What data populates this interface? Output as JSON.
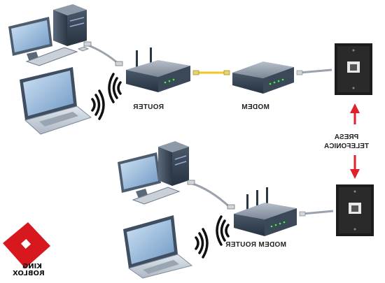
{
  "labels": {
    "router_top": "ROUTER",
    "modem_top": "MODEM",
    "presa_line1": "PRESA",
    "presa_line2": "TELEFONICA",
    "modem_router_bottom": "MODEM ROUTER"
  },
  "logo": {
    "line1": "KING",
    "line2": "ROBLOX",
    "color": "#d7191f"
  },
  "colors": {
    "device_body": "#3a4a5c",
    "device_top": "#8d98a6",
    "cable_yellow": "#f3c623",
    "arrow_red": "#e0202a",
    "jack_plate": "#1c1c1c"
  }
}
